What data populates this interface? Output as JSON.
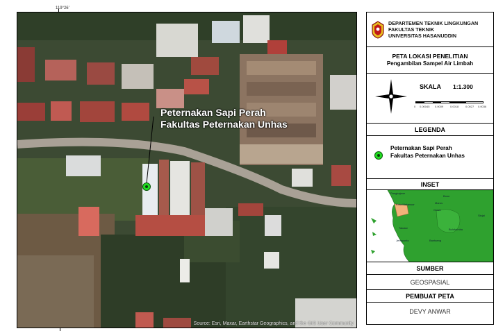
{
  "map": {
    "top_tick_label": "119°26'",
    "label_line1": "Peternakan Sapi Perah",
    "label_line2": "Fakultas Peternakan Unhas",
    "attribution": "Source: Esri, Maxar, Earthstar Geographics, and the GIS User Community",
    "marker_color": "#22dd22"
  },
  "institution": {
    "line1": "DEPARTEMEN TEKNIK LINGKUNGAN",
    "line2": "FAKULTAS TEKNIK",
    "line3": "UNIVERSITAS HASANUDDIN"
  },
  "title": {
    "line1": "PETA LOKASI PENELITIAN",
    "line2": "Pengambilan Sampel Air Limbah"
  },
  "scale": {
    "label": "SKALA",
    "value": "1:1.300",
    "ticks": [
      "0",
      "0.00045",
      "0.0009",
      "0.0018",
      "0.0027",
      "0.0036"
    ]
  },
  "legend": {
    "header": "LEGENDA",
    "item_line1": "Peternakan Sapi Perah",
    "item_line2": "Fakultas Peternakan Unhas"
  },
  "inset": {
    "header": "INSET",
    "labels": [
      "Pangkajene",
      "Bone",
      "Maros",
      "Kota Makassar",
      "Gowa",
      "Sinjai",
      "Takalar",
      "Bulukumba",
      "Jeneponto",
      "Bantaeng"
    ],
    "land_color": "#2fa12f",
    "highlight_color": "#f2b27a"
  },
  "source": {
    "header": "SUMBER",
    "value": "GEOSPASIAL"
  },
  "author": {
    "header": "PEMBUAT PETA",
    "value": "DEVY ANWAR"
  }
}
